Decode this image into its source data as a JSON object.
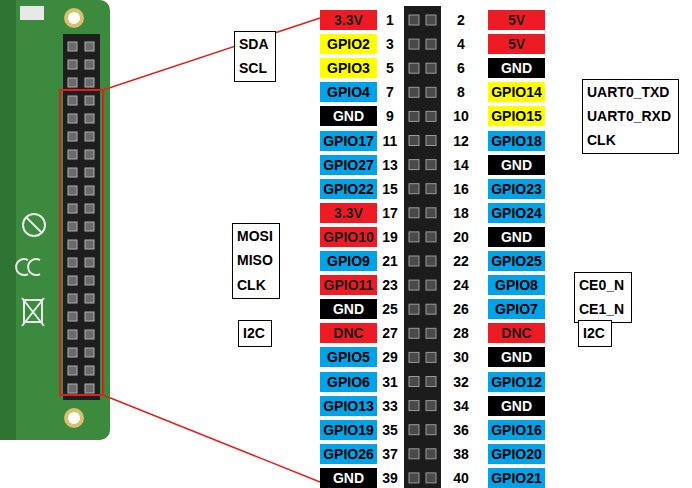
{
  "diagram": {
    "nodes": [
      {
        "text": [
          "3.3V"
        ]
      },
      {
        "text": [
          "5V"
        ]
      },
      {
        "text": [
          "GPIO2"
        ]
      },
      {
        "text": [
          "5V"
        ]
      },
      {
        "text": [
          "GPIO3"
        ]
      },
      {
        "text": [
          "GND"
        ]
      },
      {
        "text": [
          "GPIO4"
        ]
      },
      {
        "text": [
          "GPIO14"
        ]
      },
      {
        "text": [
          "GND"
        ]
      },
      {
        "text": [
          "GPIO15"
        ]
      },
      {
        "text": [
          "GPIO17"
        ]
      },
      {
        "text": [
          "GPIO18"
        ]
      },
      {
        "text": [
          "GPIO27"
        ]
      },
      {
        "text": [
          "GND"
        ]
      },
      {
        "text": [
          "GPIO22"
        ]
      },
      {
        "text": [
          "GPIO23"
        ]
      },
      {
        "text": [
          "3.3V"
        ]
      },
      {
        "text": [
          "GPIO24"
        ]
      },
      {
        "text": [
          "GPIO10"
        ]
      },
      {
        "text": [
          "GND"
        ]
      },
      {
        "text": [
          "GPIO9"
        ]
      },
      {
        "text": [
          "GPIO25"
        ]
      },
      {
        "text": [
          "GPIO11"
        ]
      },
      {
        "text": [
          "GPIO8"
        ]
      },
      {
        "text": [
          "GND"
        ]
      },
      {
        "text": [
          "GPIO7"
        ]
      },
      {
        "text": [
          "DNC"
        ]
      },
      {
        "text": [
          "DNC"
        ]
      },
      {
        "text": [
          "GPIO5"
        ]
      },
      {
        "text": [
          "GND"
        ]
      },
      {
        "text": [
          "GPIO6"
        ]
      },
      {
        "text": [
          "GPIO12"
        ]
      },
      {
        "text": [
          "GPIO13"
        ]
      },
      {
        "text": [
          "GND"
        ]
      },
      {
        "text": [
          "GPIO19"
        ]
      },
      {
        "text": [
          "GPIO16"
        ]
      },
      {
        "text": [
          "GPIO26"
        ]
      },
      {
        "text": [
          "GPIO20"
        ]
      },
      {
        "text": [
          "GND"
        ]
      },
      {
        "text": [
          "GPIO21"
        ]
      },
      {
        "text": [
          "SDA",
          "SCL"
        ]
      },
      {
        "text": [
          "MOSI",
          "MISO",
          "CLK"
        ]
      },
      {
        "text": [
          "I2C"
        ]
      },
      {
        "text": [
          "UART0_TXD",
          "UART0_RXD",
          "CLK"
        ]
      },
      {
        "text": [
          "CE0_N",
          "CE1_N"
        ]
      },
      {
        "text": [
          "I2C"
        ]
      }
    ],
    "labels": [
      "1",
      "2",
      "3",
      "4",
      "5",
      "6",
      "7",
      "8",
      "9",
      "10",
      "11",
      "12",
      "13",
      "14",
      "15",
      "16",
      "17",
      "18",
      "19",
      "20",
      "21",
      "22",
      "23",
      "24",
      "25",
      "26",
      "27",
      "28",
      "29",
      "30",
      "31",
      "32",
      "33",
      "34",
      "35",
      "36",
      "37",
      "38",
      "39",
      "40"
    ]
  }
}
